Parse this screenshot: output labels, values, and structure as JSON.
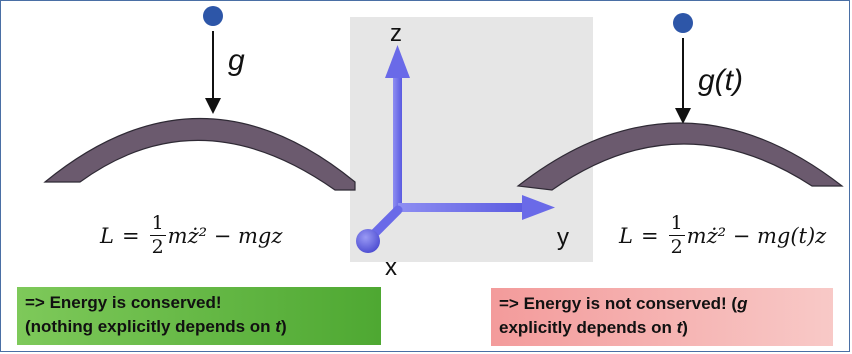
{
  "left_panel": {
    "gravity_label": "g",
    "formula": {
      "lhs": "L",
      "eq": "=",
      "num": "1",
      "den": "2",
      "rest": "mż² − mgz"
    }
  },
  "right_panel": {
    "gravity_label": "g(t)",
    "formula": {
      "lhs": "L",
      "eq": "=",
      "num": "1",
      "den": "2",
      "rest": "mż² − mg(t)z"
    }
  },
  "axes": {
    "z": "z",
    "y": "y",
    "x": "x",
    "color": "#6a6ae8"
  },
  "notes": {
    "conserved": {
      "line1": "=> Energy is conserved!",
      "line2_pre": "(nothing explicitly depends on ",
      "line2_var": "t",
      "line2_post": ")"
    },
    "not_conserved": {
      "line1_pre": "=> Energy is not conserved! (",
      "line1_var": "g",
      "line2_pre": "explicitly depends on ",
      "line2_var": "t",
      "line2_post": ")"
    }
  },
  "colors": {
    "ball": "#2d56a8",
    "arc": "#6b5a6e",
    "arc_stroke": "#2f2a35",
    "frame": "#4a6fa5"
  }
}
